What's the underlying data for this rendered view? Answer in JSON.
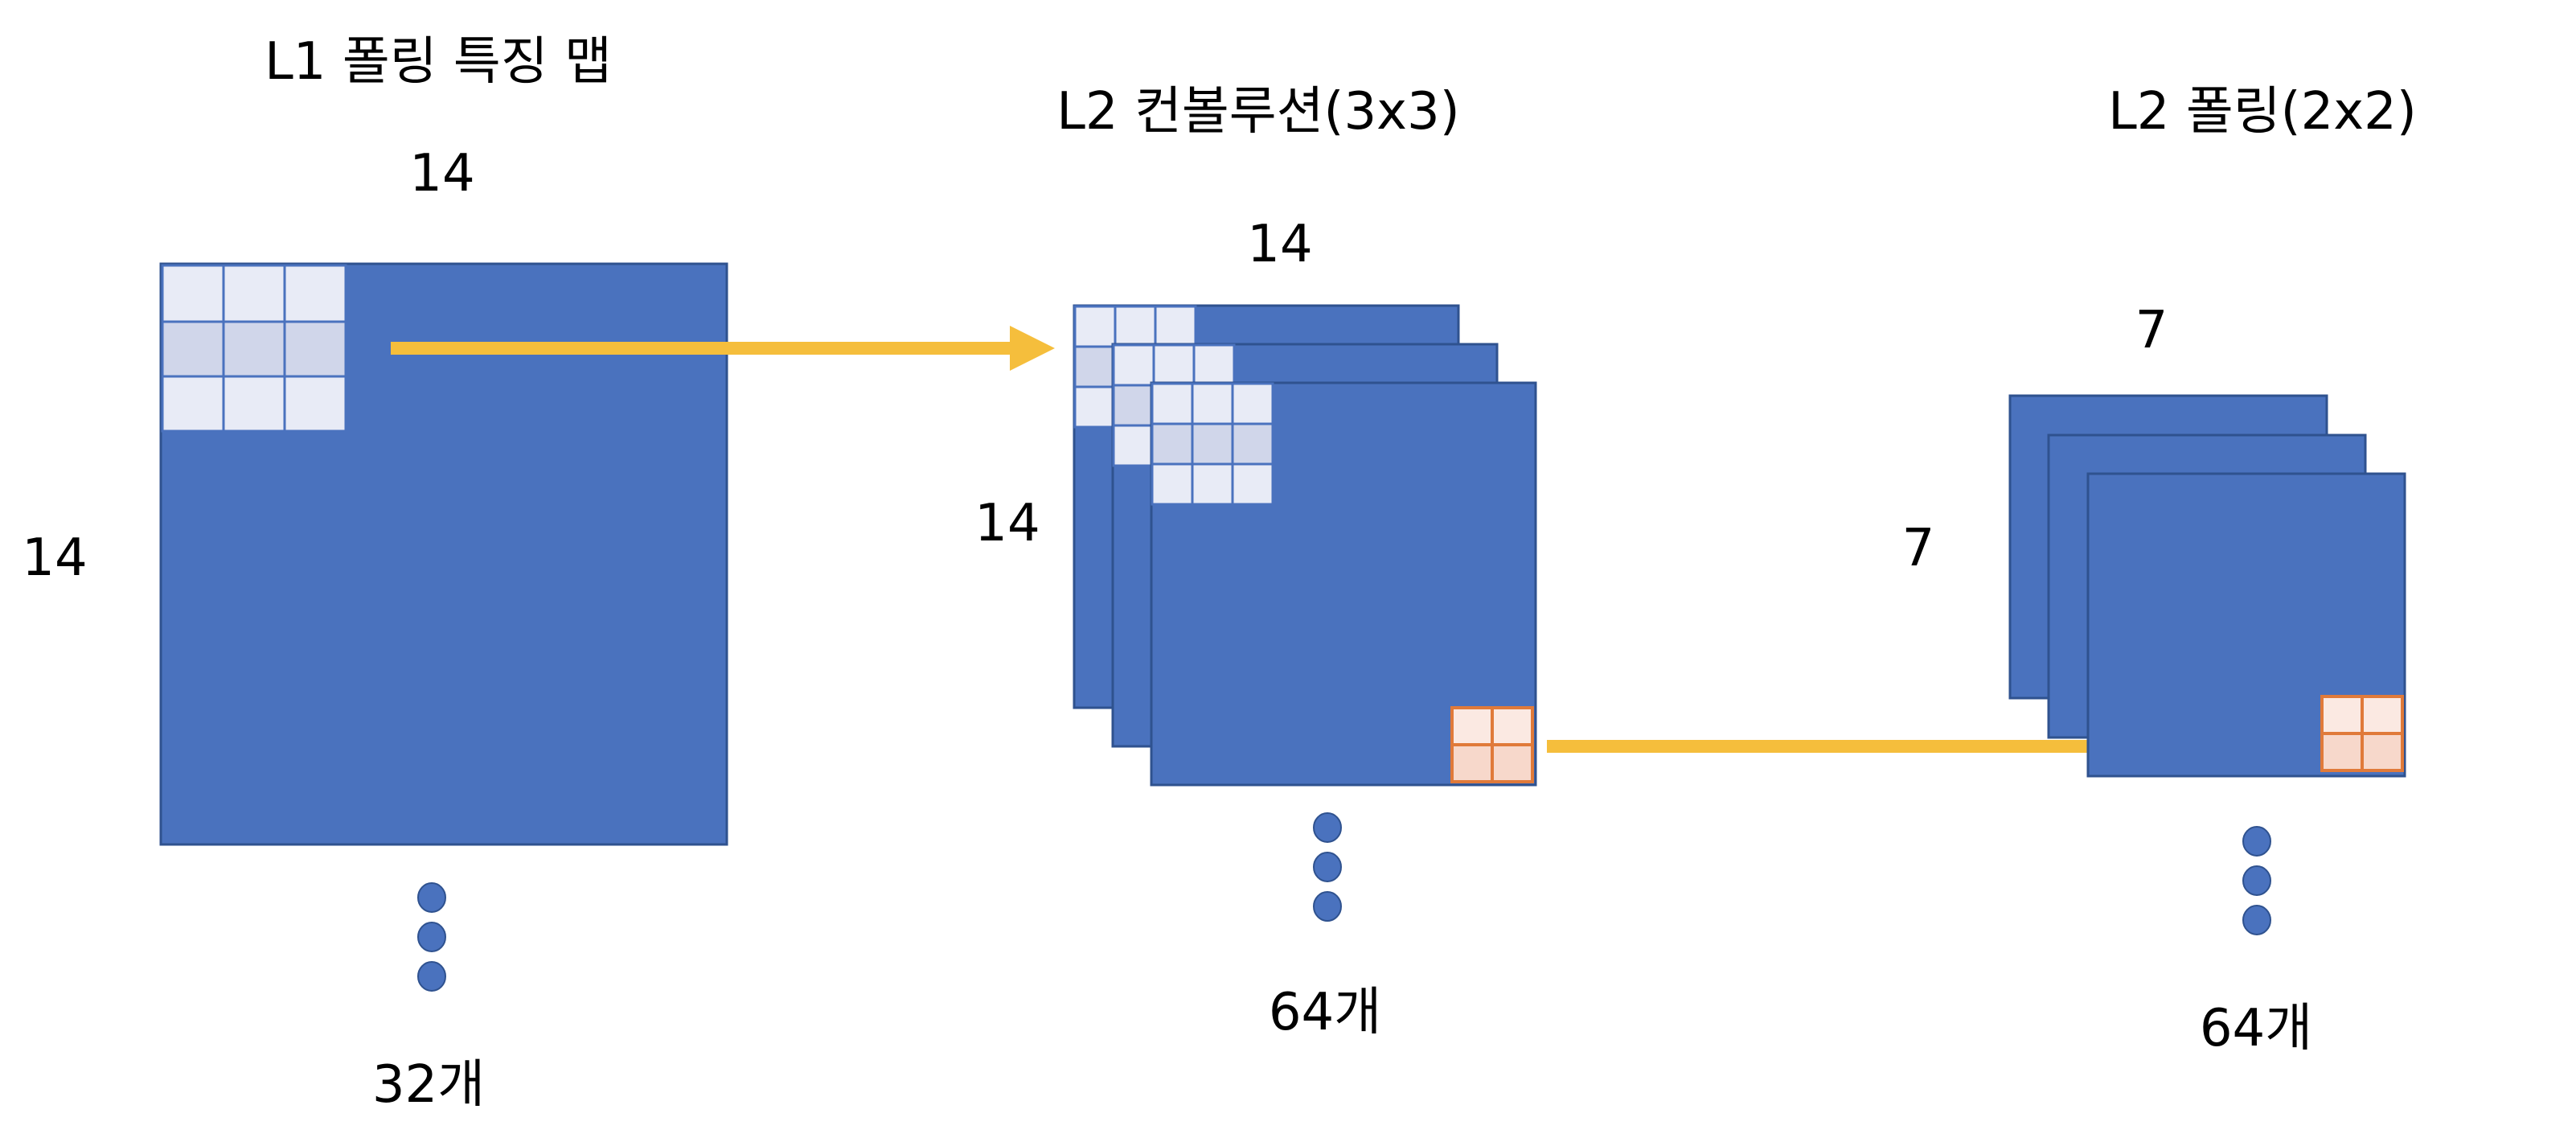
{
  "stages": [
    {
      "title": "L1 폴링 특징 맵",
      "width_label": "14",
      "height_label": "14",
      "count_label": "32개"
    },
    {
      "title": "L2 컨볼루션(3x3)",
      "width_label": "14",
      "height_label": "14",
      "count_label": "64개"
    },
    {
      "title": "L2 폴링(2x2)",
      "width_label": "7",
      "height_label": "7",
      "count_label": "64개"
    }
  ],
  "colors": {
    "feature_map": "#4a72be",
    "feature_map_border": "#2f528f",
    "kernel_light": "#e8ebf6",
    "kernel_mid": "#d0d6ea",
    "pool_light": "#fbe9e2",
    "pool_mid": "#f7d8cb",
    "pool_border": "#e07a3a",
    "arrow": "#f5be3c",
    "dots": "#4a72be"
  }
}
